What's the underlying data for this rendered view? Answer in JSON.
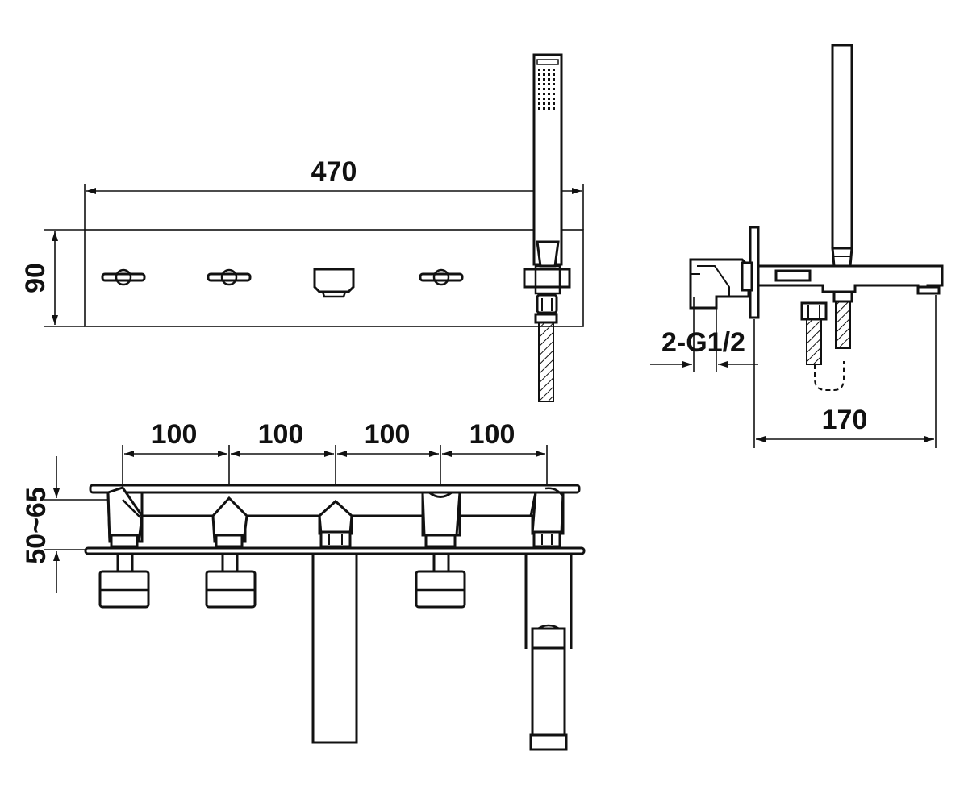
{
  "drawing": {
    "colors": {
      "line": "#111111",
      "background": "#ffffff"
    },
    "dimensions": {
      "overall_length": "470",
      "plate_height": "90",
      "spacing_1": "100",
      "spacing_2": "100",
      "spacing_3": "100",
      "spacing_4": "100",
      "deck_thickness": "50~65",
      "connection": "2-G1/2",
      "side_depth": "170"
    }
  }
}
